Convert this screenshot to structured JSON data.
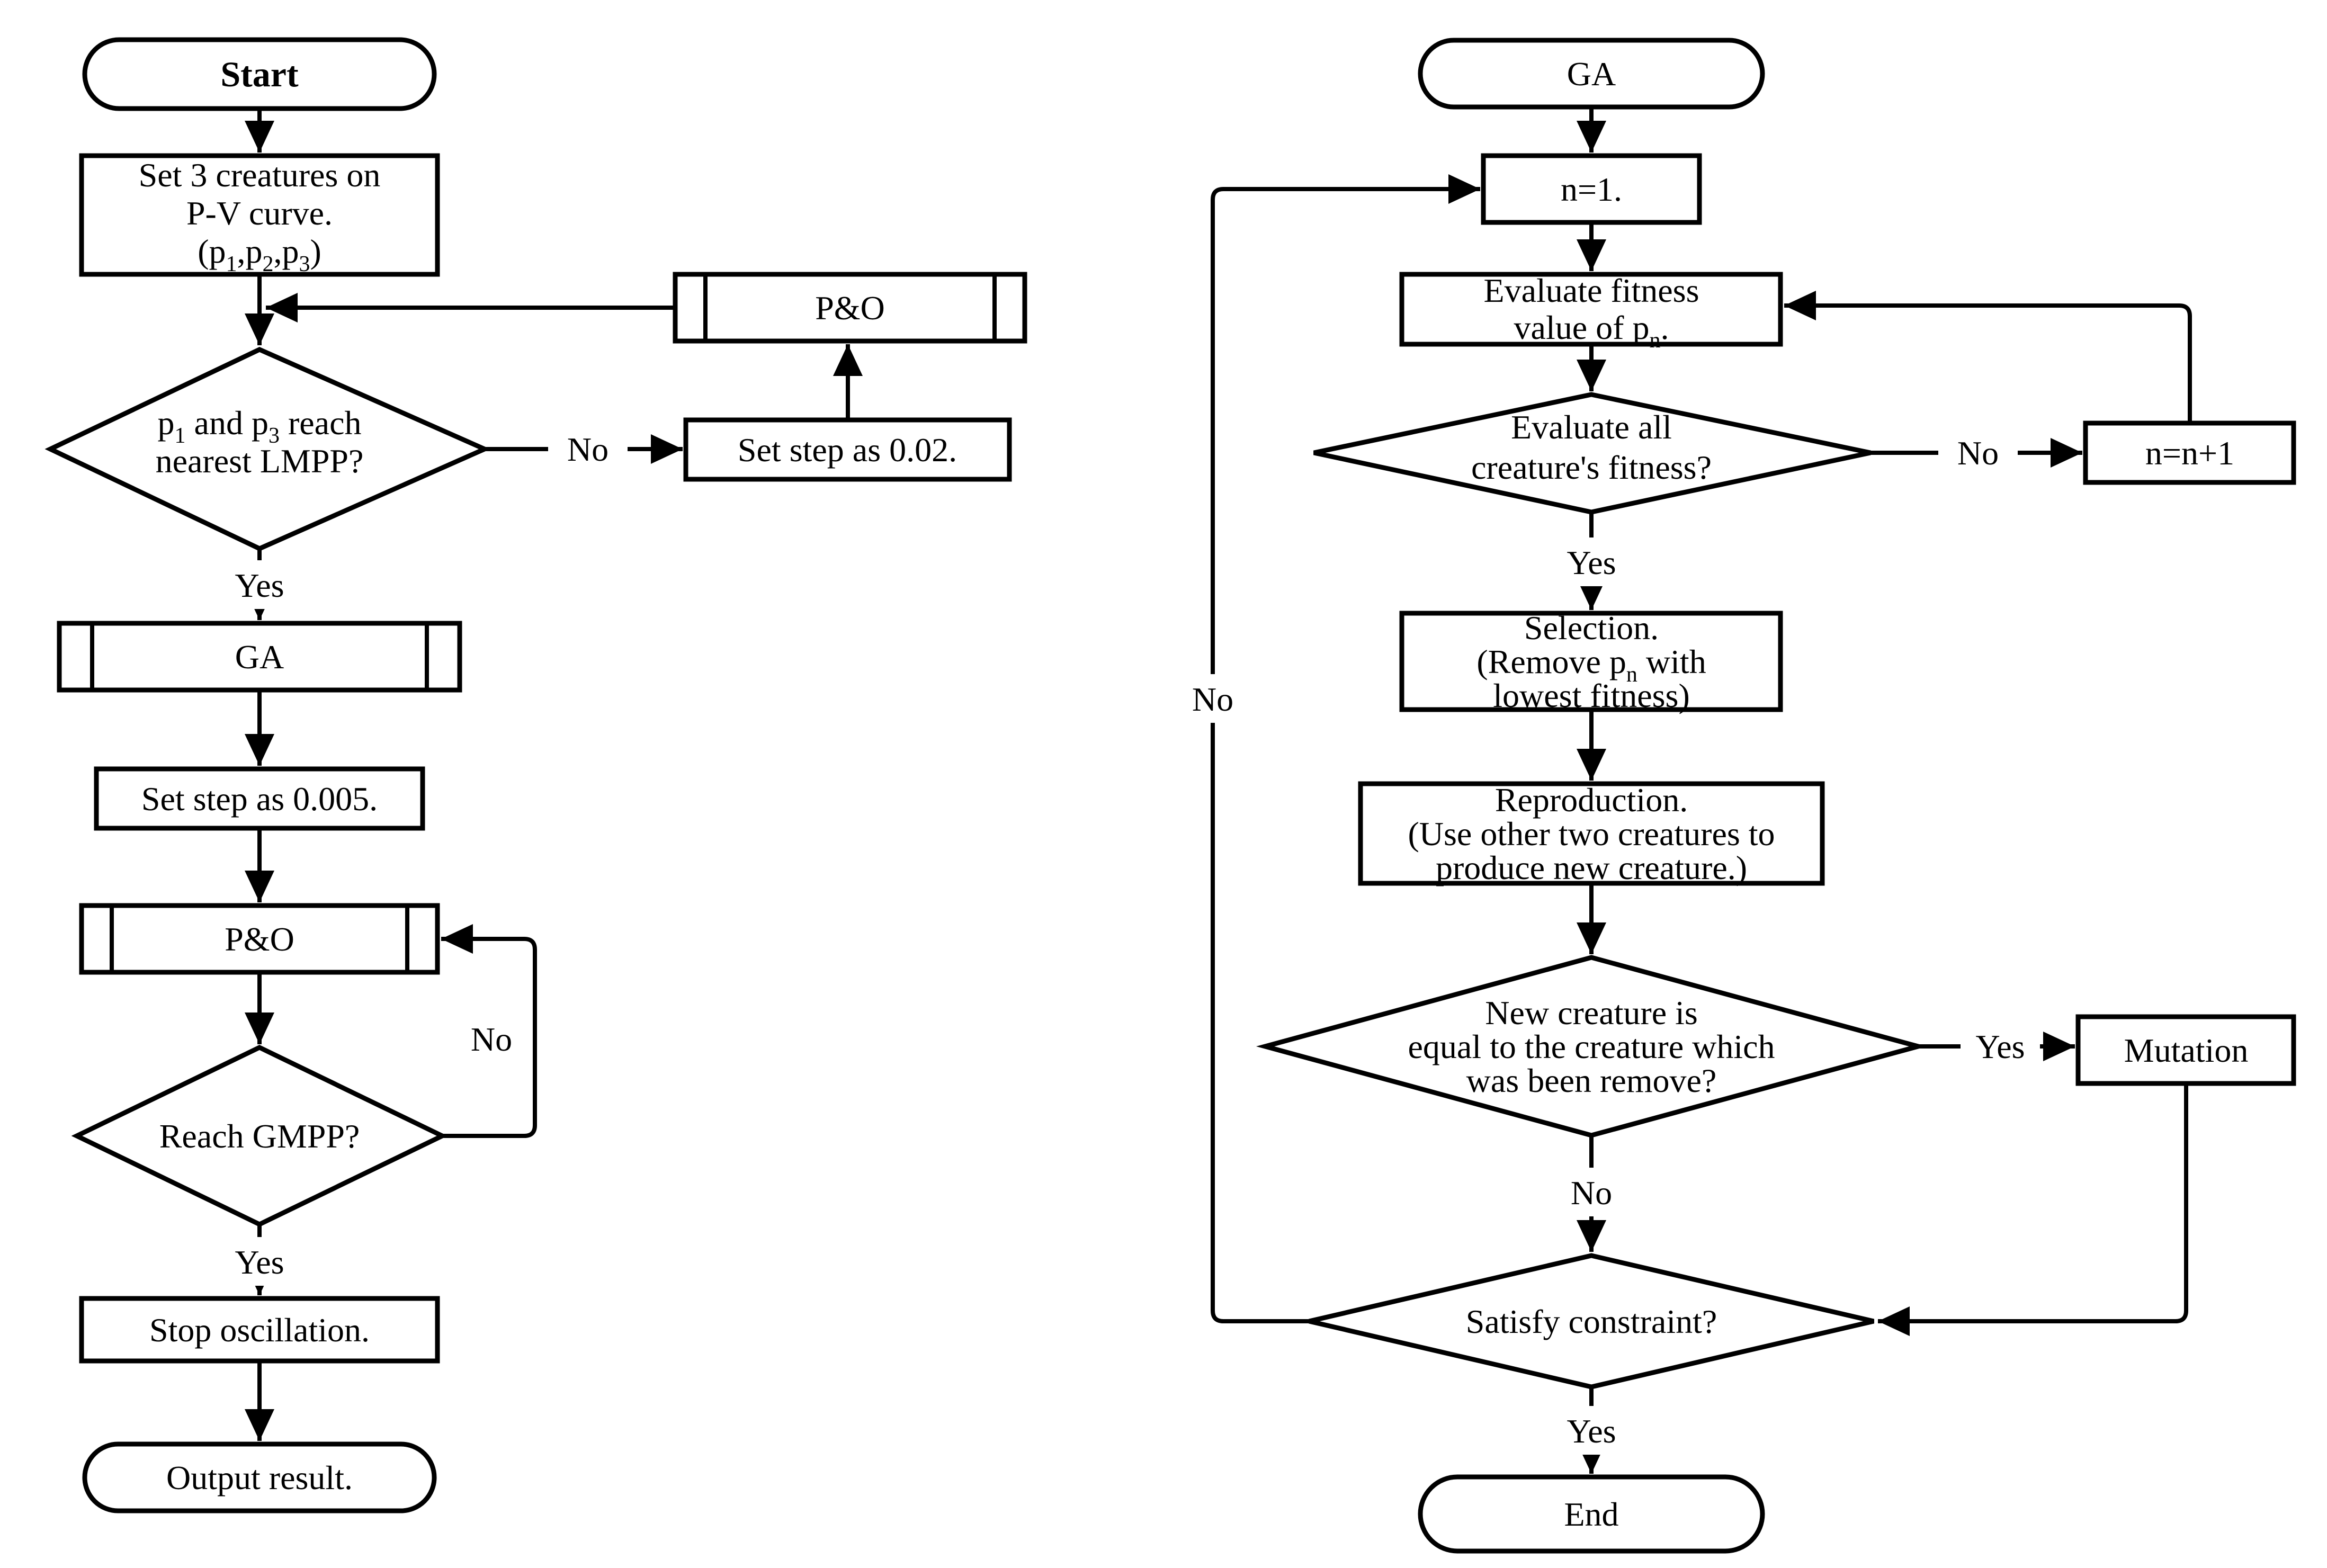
{
  "left_chart": {
    "start_label": "Start",
    "set_creatures": {
      "line1": "Set 3 creatures on",
      "line2": "P-V curve.",
      "line3": {
        "a": "(p",
        "s1": "1",
        "b": ",p",
        "s2": "2",
        "c": ",p",
        "s3": "3",
        "d": ")"
      }
    },
    "po_top_label": "P&O",
    "set_step_002_label": "Set step as 0.02.",
    "lmpp_diamond": {
      "line1": {
        "a": "p",
        "s1": "1",
        "b": " and p",
        "s2": "3",
        "c": " reach"
      },
      "line2": "nearest LMPP?"
    },
    "ga_label": "GA",
    "set_step_0005_label": "Set step as 0.005.",
    "po_label": "P&O",
    "gmpp_label": "Reach GMPP?",
    "stop_label": "Stop oscillation.",
    "output_label": "Output result.",
    "labels": {
      "yes_lmpp": "Yes",
      "no_lmpp": "No",
      "no_gmpp": "No",
      "yes_gmpp": "Yes"
    }
  },
  "right_chart": {
    "ga_start_label": "GA",
    "n1_label": "n=1.",
    "eval_box": {
      "line1": "Evaluate fitness",
      "line2": {
        "a": "value of p",
        "s": "n",
        "b": "."
      }
    },
    "eval_diamond": {
      "line1": "Evaluate all",
      "line2": "creature's  fitness?"
    },
    "n_plus_label": "n=n+1",
    "selection_box": {
      "line1": "Selection.",
      "line2": {
        "a": "(Remove p",
        "s": "n",
        "b": " with"
      },
      "line3": "lowest fitness)"
    },
    "repro_box": {
      "line1": "Reproduction.",
      "line2": "(Use other two creatures to",
      "line3": "produce new creature.)"
    },
    "new_creature_diamond": {
      "line1": "New creature is",
      "line2": "equal to the creature which",
      "line3": "was been remove?"
    },
    "mutation_label": "Mutation",
    "satisfy_label": "Satisfy constraint?",
    "end_label": "End",
    "labels": {
      "no_eval": "No",
      "yes_eval": "Yes",
      "yes_mutation": "Yes",
      "no_new": "No",
      "no_satisfy": "No",
      "yes_satisfy": "Yes"
    }
  }
}
